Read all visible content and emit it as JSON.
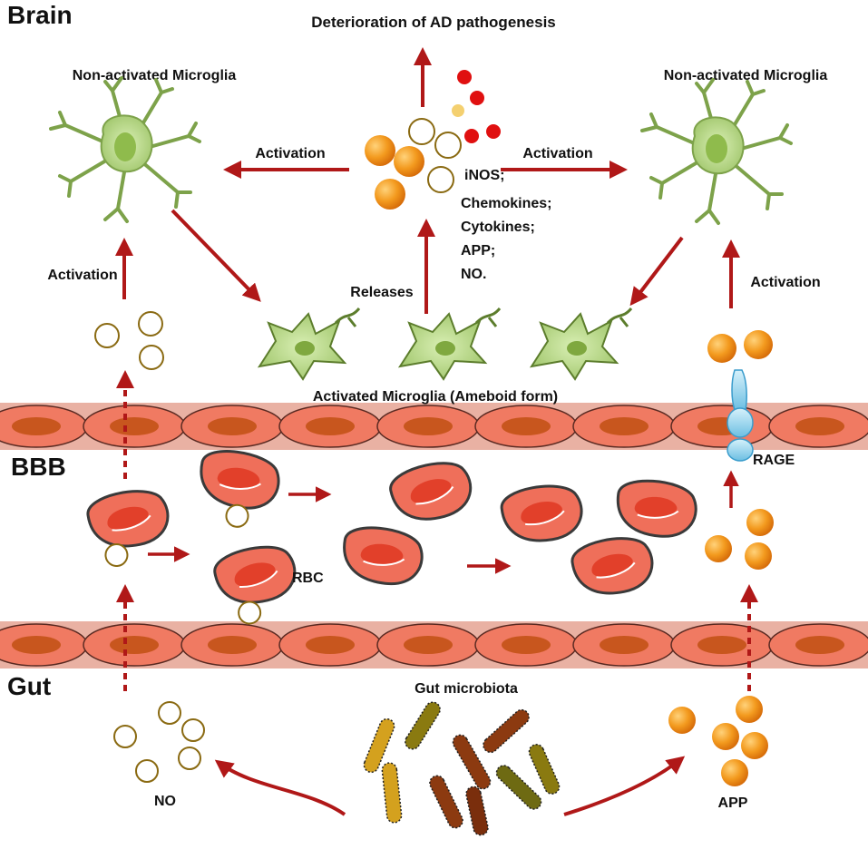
{
  "regions": {
    "brain": "Brain",
    "bbb": "BBB",
    "gut": "Gut"
  },
  "labels": {
    "top_title": "Deterioration of AD pathogenesis",
    "microglia_left": "Non-activated Microglia",
    "microglia_right": "Non-activated Microglia",
    "activation_top_left": "Activation",
    "activation_top_right": "Activation",
    "activation_left": "Activation",
    "activation_right": "Activation",
    "releases": "Releases",
    "activated_microglia": "Activated Microglia (Ameboid form)",
    "rbc": "RBC",
    "rage": "RAGE",
    "gut_microbiota": "Gut microbiota",
    "no": "NO",
    "app": "APP"
  },
  "released_factors": [
    "iNOS;",
    "Chemokines;",
    "Cytokines;",
    "APP;",
    "NO."
  ],
  "colors": {
    "arrow": "#b01818",
    "endothelial": "#f07a62",
    "nucleus": "#c8561e",
    "rbc_fill": "#ef6f5a",
    "microglia": "#b9d98a",
    "app_particle": "#f39a1e",
    "no_ring": "#8a6a12",
    "rage": "#7fcbe6"
  }
}
